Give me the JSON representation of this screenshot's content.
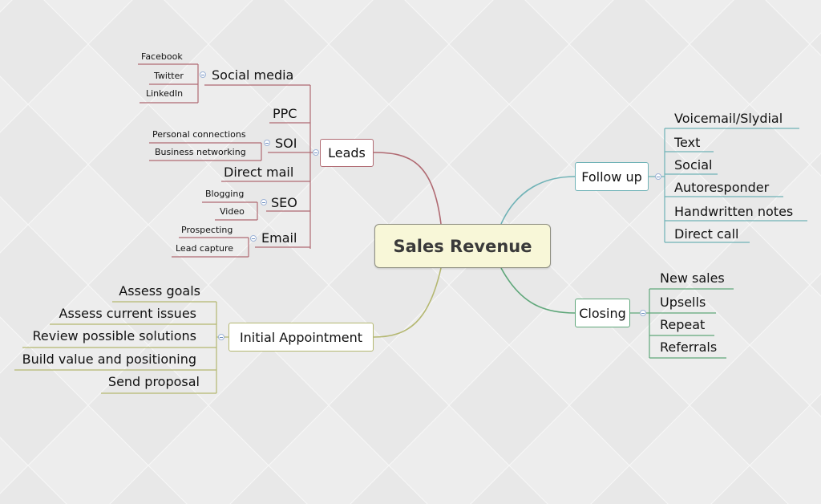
{
  "central": "Sales Revenue",
  "leads": {
    "label": "Leads",
    "social_media": {
      "label": "Social media",
      "items": [
        "Facebook",
        "Twitter",
        "LinkedIn"
      ]
    },
    "ppc": "PPC",
    "soi": {
      "label": "SOI",
      "items": [
        "Personal connections",
        "Business networking"
      ]
    },
    "direct_mail": "Direct mail",
    "seo": {
      "label": "SEO",
      "items": [
        "Blogging",
        "Video"
      ]
    },
    "email": {
      "label": "Email",
      "items": [
        "Prospecting",
        "Lead capture"
      ]
    }
  },
  "follow_up": {
    "label": "Follow up",
    "items": [
      "Voicemail/Slydial",
      "Text",
      "Social",
      "Autoresponder",
      "Handwritten notes",
      "Direct call"
    ]
  },
  "closing": {
    "label": "Closing",
    "items": [
      "New sales",
      "Upsells",
      "Repeat",
      "Referrals"
    ]
  },
  "initial_appointment": {
    "label": "Initial Appointment",
    "items": [
      "Assess goals",
      "Assess current issues",
      "Review possible solutions",
      "Build value and positioning",
      "Send proposal"
    ]
  },
  "colors": {
    "background": "#ececec",
    "leads": "#b06a72",
    "follow_up": "#6fb2b6",
    "closing": "#5fa77a",
    "initial_appointment": "#b4b770",
    "central_fill": "#f8f7d8"
  }
}
